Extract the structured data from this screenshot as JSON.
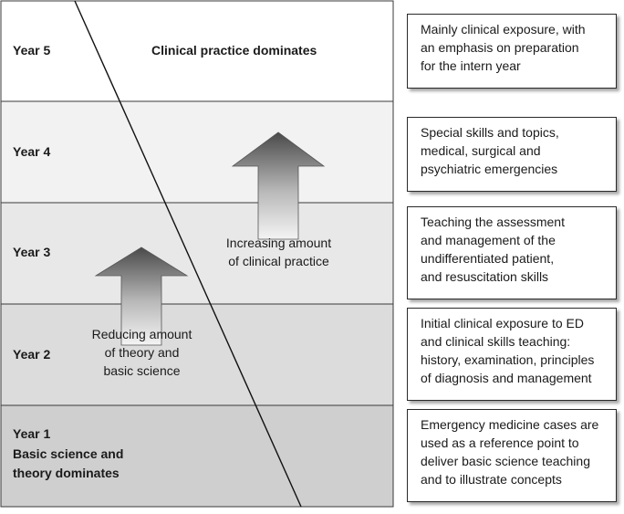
{
  "years": [
    {
      "label": "Year 5",
      "sublines": []
    },
    {
      "label": "Year 4",
      "sublines": []
    },
    {
      "label": "Year 3",
      "sublines": []
    },
    {
      "label": "Year 2",
      "sublines": []
    },
    {
      "label": "Year 1",
      "sublines": [
        "Basic science and",
        "theory dominates"
      ]
    }
  ],
  "top_heading": "Clinical practice dominates",
  "arrows": {
    "clinical": {
      "lines": [
        "Increasing amount",
        "of clinical practice"
      ]
    },
    "theory": {
      "lines": [
        "Reducing amount",
        "of theory and",
        "basic science"
      ]
    }
  },
  "notes": [
    {
      "lines": [
        "Mainly clinical exposure, with",
        "an emphasis on preparation",
        "for the intern year"
      ]
    },
    {
      "lines": [
        "Special skills and topics,",
        "medical, surgical and",
        "psychiatric emergencies"
      ]
    },
    {
      "lines": [
        "Teaching the assessment",
        "and management of the",
        "undifferentiated patient,",
        "and resuscitation skills"
      ]
    },
    {
      "lines": [
        "Initial clinical exposure to ED",
        "and clinical skills teaching:",
        "history, examination, principles",
        "of diagnosis and management"
      ]
    },
    {
      "lines": [
        "Emergency medicine cases are",
        "used as a reference point to",
        "deliver basic science teaching",
        "and to illustrate concepts"
      ]
    }
  ],
  "colors": {
    "band_year5": "#ffffff",
    "band_year4": "#f2f2f2",
    "band_year3": "#e8e8e8",
    "band_year2": "#dcdcdc",
    "band_year1": "#cfcfcf",
    "border": "#3a3a3a",
    "arrow_dark": "#4a4a4a",
    "arrow_light": "#eeeeee"
  }
}
